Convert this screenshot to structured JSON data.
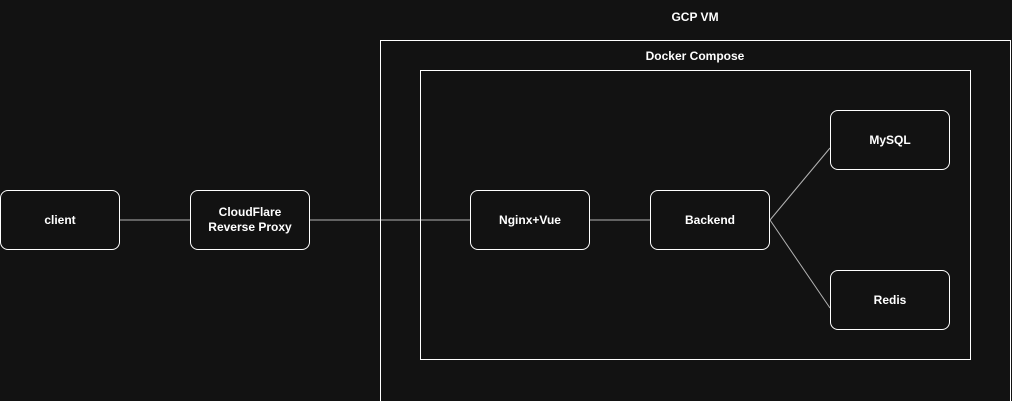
{
  "theme": {
    "background": "#121212",
    "stroke": "#ffffff",
    "edge": "#b3b3b3",
    "text": "#ffffff"
  },
  "groups": {
    "gcp_vm": {
      "label": "GCP VM"
    },
    "docker_compose": {
      "label": "Docker Compose"
    }
  },
  "nodes": {
    "client": {
      "label": "client"
    },
    "cloudflare": {
      "label": "CloudFlare\nReverse Proxy"
    },
    "nginx_vue": {
      "label": "Nginx+Vue"
    },
    "backend": {
      "label": "Backend"
    },
    "mysql": {
      "label": "MySQL"
    },
    "redis": {
      "label": "Redis"
    }
  },
  "edges": [
    {
      "from": "client",
      "to": "cloudflare"
    },
    {
      "from": "cloudflare",
      "to": "nginx_vue"
    },
    {
      "from": "nginx_vue",
      "to": "backend"
    },
    {
      "from": "backend",
      "to": "mysql"
    },
    {
      "from": "backend",
      "to": "redis"
    }
  ]
}
